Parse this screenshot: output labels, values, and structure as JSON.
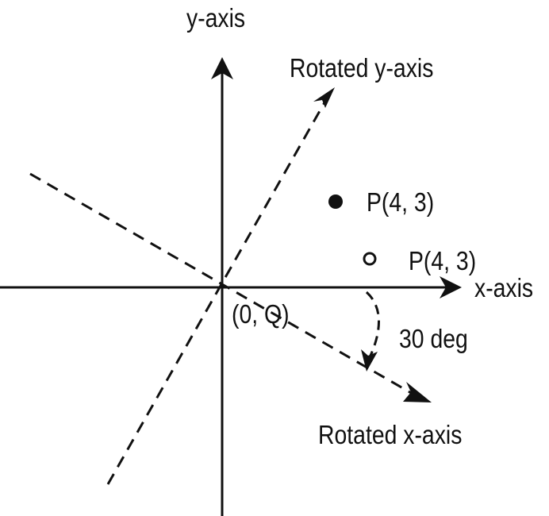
{
  "labels": {
    "y_axis": "y-axis",
    "x_axis": "x-axis",
    "rotated_y_axis": "Rotated y-axis",
    "rotated_x_axis": "Rotated x-axis",
    "origin": "(0, Q)",
    "point_original": "P(4, 3)",
    "point_rotated": "P(4, 3)",
    "angle": "30 deg"
  },
  "colors": {
    "ink": "#111111",
    "background": "#ffffff"
  }
}
